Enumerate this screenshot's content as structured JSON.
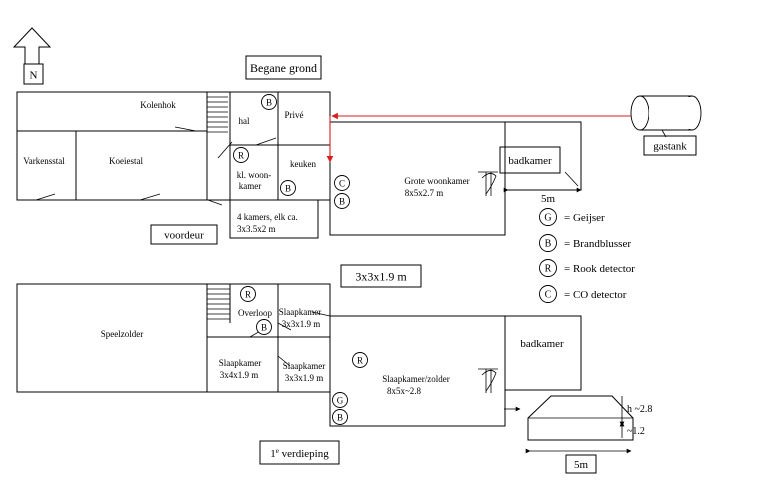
{
  "north": "N",
  "floors": {
    "ground": {
      "title": "Begane grond",
      "rooms": {
        "kolenhok": "Kolenhok",
        "varkensstal": "Varkensstal",
        "koeiestal": "Koeiestal",
        "hal": "hal",
        "prive": "Privé",
        "kl_woonkamer_1": "kl. woon-",
        "kl_woonkamer_2": "kamer",
        "keuken": "keuken",
        "grote_woonkamer_1": "Grote woonkamer",
        "grote_woonkamer_2": "8x5x2.7 m",
        "badkamer": "badkamer"
      },
      "voordeur": "voordeur",
      "kamers_note_1": "4 kamers, elk ca.",
      "kamers_note_2": "3x3.5x2 m",
      "badkamer_width": "5m",
      "gastank": "gastank"
    },
    "first": {
      "title_number": "1",
      "title_sup": "e",
      "title_rest": " verdieping",
      "size_box": "3x3x1.9 m",
      "rooms": {
        "speelzolder": "Speelzolder",
        "overloop": "Overloop",
        "slaapkamer_a_1": "Slaapkamer",
        "slaapkamer_a_2": "3x3x1.9 m",
        "slaapkamer_b_1": "Slaapkamer",
        "slaapkamer_b_2": "3x4x1.9 m",
        "slaapkamer_c_1": "Slaapkamer",
        "slaapkamer_c_2": "3x3x1.9 m",
        "slaapkamer_zolder_1": "Slaapkamer/zolder",
        "slaapkamer_zolder_2": "8x5x~2.8",
        "badkamer": "badkamer"
      }
    }
  },
  "legend": [
    {
      "symbol": "G",
      "label": "= Geijser"
    },
    {
      "symbol": "B",
      "label": "= Brandblusser"
    },
    {
      "symbol": "R",
      "label": "= Rook detector"
    },
    {
      "symbol": "C",
      "label": "= CO detector"
    }
  ],
  "symbols": {
    "G": "G",
    "B": "B",
    "R": "R",
    "C": "C"
  },
  "profile": {
    "height": "h ~2.8",
    "low": "~1.2",
    "width": "5m"
  },
  "colors": {
    "gas_line": "#d62020"
  }
}
